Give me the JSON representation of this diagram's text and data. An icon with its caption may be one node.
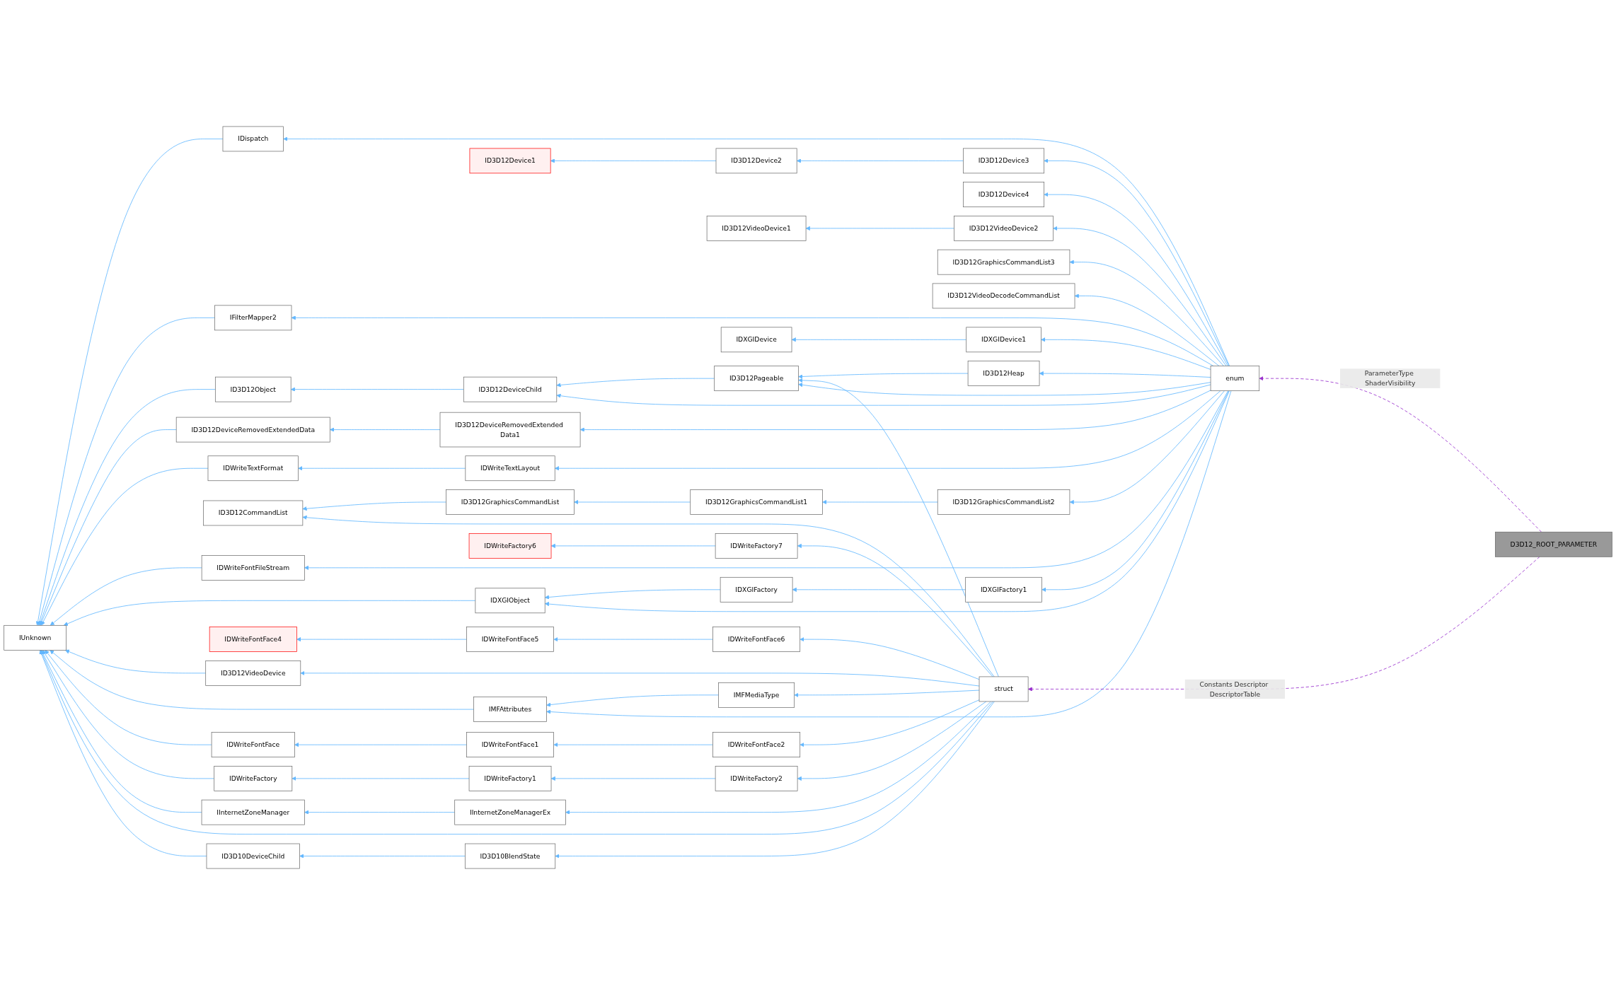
{
  "diagram": {
    "nodes": [
      {
        "text": [
          "IUnknown"
        ]
      },
      {
        "text": [
          "IDispatch"
        ]
      },
      {
        "text": [
          "IFilterMapper2"
        ]
      },
      {
        "text": [
          "ID3D12Object"
        ]
      },
      {
        "text": [
          "ID3D12DeviceRemovedExtendedData"
        ]
      },
      {
        "text": [
          "IDWriteTextFormat"
        ]
      },
      {
        "text": [
          "ID3D12CommandList"
        ]
      },
      {
        "text": [
          "IDWriteFontFace"
        ]
      },
      {
        "text": [
          "IDWriteFactory"
        ]
      },
      {
        "text": [
          "IDWriteFontFace4"
        ]
      },
      {
        "text": [
          "IInternetZoneManager"
        ]
      },
      {
        "text": [
          "ID3D10DeviceChild"
        ]
      },
      {
        "text": [
          "ID3D12DeviceChild"
        ]
      },
      {
        "text": [
          "ID3D12Device1"
        ]
      },
      {
        "text": [
          "IDXGIObject"
        ]
      },
      {
        "text": [
          "ID3D12GraphicsCommandList"
        ]
      },
      {
        "text": [
          "ID3D12VideoDevice"
        ]
      },
      {
        "text": [
          "IMFAttributes"
        ]
      },
      {
        "text": [
          "IDWriteFontFace1"
        ]
      },
      {
        "text": [
          "IDWriteFactory1"
        ]
      },
      {
        "text": [
          "IDWriteFontFace5"
        ]
      },
      {
        "text": [
          "IDWriteFactory6"
        ]
      },
      {
        "text": [
          "IInternetZoneManagerEx"
        ]
      },
      {
        "text": [
          "ID3D10BlendState"
        ]
      },
      {
        "text": [
          "ID3D12Pageable"
        ]
      },
      {
        "text": [
          "ID3D12Device2"
        ]
      },
      {
        "text": [
          "ID3D12DeviceRemovedExtended Data1"
        ]
      },
      {
        "text": [
          "ID3D12VideoDevice1"
        ]
      },
      {
        "text": [
          "IDWriteTextLayout"
        ]
      },
      {
        "text": [
          "IDWriteFontFileStream"
        ]
      },
      {
        "text": [
          "IDXGIFactory"
        ]
      },
      {
        "text": [
          "IDXGIDevice"
        ]
      },
      {
        "text": [
          "ID3D12GraphicsCommandList1"
        ]
      },
      {
        "text": [
          "IMFMediaType"
        ]
      },
      {
        "text": [
          "IDWriteFontFace2"
        ]
      },
      {
        "text": [
          "IDWriteFactory2"
        ]
      },
      {
        "text": [
          "IDWriteFontFace6"
        ]
      },
      {
        "text": [
          "IDWriteFactory7"
        ]
      },
      {
        "text": [
          "ID3D12Heap"
        ]
      },
      {
        "text": [
          "ID3D12Device3"
        ]
      },
      {
        "text": [
          "ID3D12Device4"
        ]
      },
      {
        "text": [
          "ID3D12VideoDevice2"
        ]
      },
      {
        "text": [
          "ID3D12GraphicsCommandList3"
        ]
      },
      {
        "text": [
          "ID3D12VideoDecodeCommandList"
        ]
      },
      {
        "text": [
          "IDXGIFactory1"
        ]
      },
      {
        "text": [
          "IDXGIDevice1"
        ]
      },
      {
        "text": [
          "ID3D12GraphicsCommandList2"
        ]
      },
      {
        "text": [
          "struct"
        ]
      },
      {
        "text": [
          "enum"
        ]
      },
      {
        "text": [
          "D3D12_ROOT_PARAMETER"
        ]
      }
    ],
    "edges": [
      {
        "from": 1,
        "to": 0,
        "arrow": "to"
      },
      {
        "from": 2,
        "to": 0,
        "arrow": "to"
      },
      {
        "from": 3,
        "to": 0,
        "arrow": "to"
      },
      {
        "from": 4,
        "to": 0,
        "arrow": "to"
      },
      {
        "from": 5,
        "to": 0,
        "arrow": "to"
      },
      {
        "from": 29,
        "to": 0,
        "arrow": "to"
      },
      {
        "from": 14,
        "to": 0,
        "arrow": "to"
      },
      {
        "from": 16,
        "to": 0,
        "arrow": "to"
      },
      {
        "from": 17,
        "to": 0,
        "arrow": "to"
      },
      {
        "from": 7,
        "to": 0,
        "arrow": "to"
      },
      {
        "from": 8,
        "to": 0,
        "arrow": "to"
      },
      {
        "from": 10,
        "to": 0,
        "arrow": "to"
      },
      {
        "from": 47,
        "to": 0,
        "arrow": "to"
      },
      {
        "from": 11,
        "to": 0,
        "arrow": "to"
      },
      {
        "from": 12,
        "to": 3,
        "arrow": "to"
      },
      {
        "from": 26,
        "to": 4,
        "arrow": "to"
      },
      {
        "from": 28,
        "to": 5,
        "arrow": "to"
      },
      {
        "from": 15,
        "to": 6,
        "arrow": "to"
      },
      {
        "from": 47,
        "to": 6,
        "arrow": "to"
      },
      {
        "from": 18,
        "to": 7,
        "arrow": "to"
      },
      {
        "from": 19,
        "to": 8,
        "arrow": "to"
      },
      {
        "from": 20,
        "to": 9,
        "arrow": "to"
      },
      {
        "from": 22,
        "to": 10,
        "arrow": "to"
      },
      {
        "from": 23,
        "to": 11,
        "arrow": "to"
      },
      {
        "from": 24,
        "to": 12,
        "arrow": "to"
      },
      {
        "from": 25,
        "to": 13,
        "arrow": "to"
      },
      {
        "from": 30,
        "to": 14,
        "arrow": "to"
      },
      {
        "from": 32,
        "to": 15,
        "arrow": "to"
      },
      {
        "from": 47,
        "to": 16,
        "arrow": "to"
      },
      {
        "from": 33,
        "to": 17,
        "arrow": "to"
      },
      {
        "from": 34,
        "to": 18,
        "arrow": "to"
      },
      {
        "from": 35,
        "to": 19,
        "arrow": "to"
      },
      {
        "from": 36,
        "to": 20,
        "arrow": "to"
      },
      {
        "from": 37,
        "to": 21,
        "arrow": "to"
      },
      {
        "from": 47,
        "to": 22,
        "arrow": "to"
      },
      {
        "from": 47,
        "to": 23,
        "arrow": "to"
      },
      {
        "from": 38,
        "to": 24,
        "arrow": "to"
      },
      {
        "from": 47,
        "to": 24,
        "arrow": "to"
      },
      {
        "from": 39,
        "to": 25,
        "arrow": "to"
      },
      {
        "from": 41,
        "to": 27,
        "arrow": "to"
      },
      {
        "from": 44,
        "to": 30,
        "arrow": "to"
      },
      {
        "from": 45,
        "to": 31,
        "arrow": "to"
      },
      {
        "from": 46,
        "to": 32,
        "arrow": "to"
      },
      {
        "from": 47,
        "to": 33,
        "arrow": "to"
      },
      {
        "from": 47,
        "to": 34,
        "arrow": "to"
      },
      {
        "from": 47,
        "to": 35,
        "arrow": "to"
      },
      {
        "from": 47,
        "to": 36,
        "arrow": "to"
      },
      {
        "from": 47,
        "to": 37,
        "arrow": "to"
      },
      {
        "from": 48,
        "to": 1,
        "arrow": "to"
      },
      {
        "from": 48,
        "to": 2,
        "arrow": "to"
      },
      {
        "from": 48,
        "to": 12,
        "arrow": "to"
      },
      {
        "from": 48,
        "to": 38,
        "arrow": "to"
      },
      {
        "from": 48,
        "to": 24,
        "arrow": "to"
      },
      {
        "from": 48,
        "to": 39,
        "arrow": "to"
      },
      {
        "from": 48,
        "to": 40,
        "arrow": "to"
      },
      {
        "from": 48,
        "to": 26,
        "arrow": "to"
      },
      {
        "from": 48,
        "to": 41,
        "arrow": "to"
      },
      {
        "from": 48,
        "to": 42,
        "arrow": "to"
      },
      {
        "from": 48,
        "to": 43,
        "arrow": "to"
      },
      {
        "from": 48,
        "to": 28,
        "arrow": "to"
      },
      {
        "from": 48,
        "to": 29,
        "arrow": "to"
      },
      {
        "from": 48,
        "to": 44,
        "arrow": "to"
      },
      {
        "from": 48,
        "to": 45,
        "arrow": "to"
      },
      {
        "from": 48,
        "to": 14,
        "arrow": "to"
      },
      {
        "from": 48,
        "to": 46,
        "arrow": "to"
      },
      {
        "from": 48,
        "to": 17,
        "arrow": "to"
      },
      {
        "from": 49,
        "to": 48,
        "arrow": "to",
        "label": "ParameterType ShaderVisibility",
        "style": "dashed",
        "color": "#9a32cd"
      },
      {
        "from": 49,
        "to": 47,
        "arrow": "to",
        "label": "Constants Descriptor DescriptorTable",
        "style": "dashed",
        "color": "#9a32cd"
      }
    ]
  }
}
